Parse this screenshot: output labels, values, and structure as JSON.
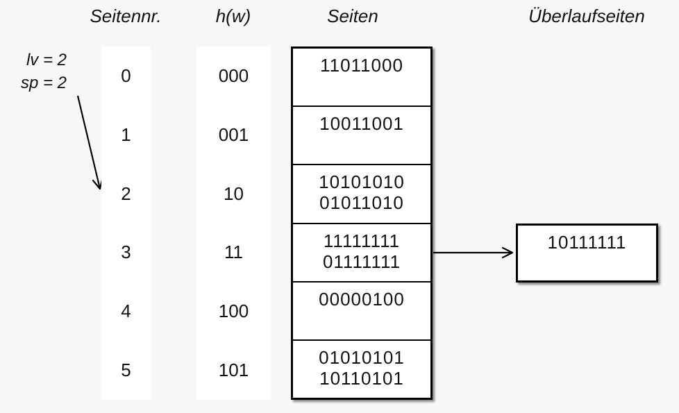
{
  "colors": {
    "background": "#f7f7f7",
    "box_fill": "#ffffff",
    "line": "#000000"
  },
  "headers": {
    "seitennr": "Seitennr.",
    "hw": "h(w)",
    "seiten": "Seiten",
    "overflow": "Überlaufseiten"
  },
  "annotation": {
    "level": "lv = 2",
    "split_pointer": "sp = 2"
  },
  "rows": [
    {
      "nr": "0",
      "hw": "000",
      "entries": [
        "11011000"
      ]
    },
    {
      "nr": "1",
      "hw": "001",
      "entries": [
        "10011001"
      ]
    },
    {
      "nr": "2",
      "hw": "10",
      "entries": [
        "10101010",
        "01011010"
      ]
    },
    {
      "nr": "3",
      "hw": "11",
      "entries": [
        "11111111",
        "01111111"
      ],
      "has_overflow": true
    },
    {
      "nr": "4",
      "hw": "100",
      "entries": [
        "00000100"
      ]
    },
    {
      "nr": "5",
      "hw": "101",
      "entries": [
        "01010101",
        "10110101"
      ]
    }
  ],
  "overflow_box": {
    "entries": [
      "10111111"
    ]
  }
}
